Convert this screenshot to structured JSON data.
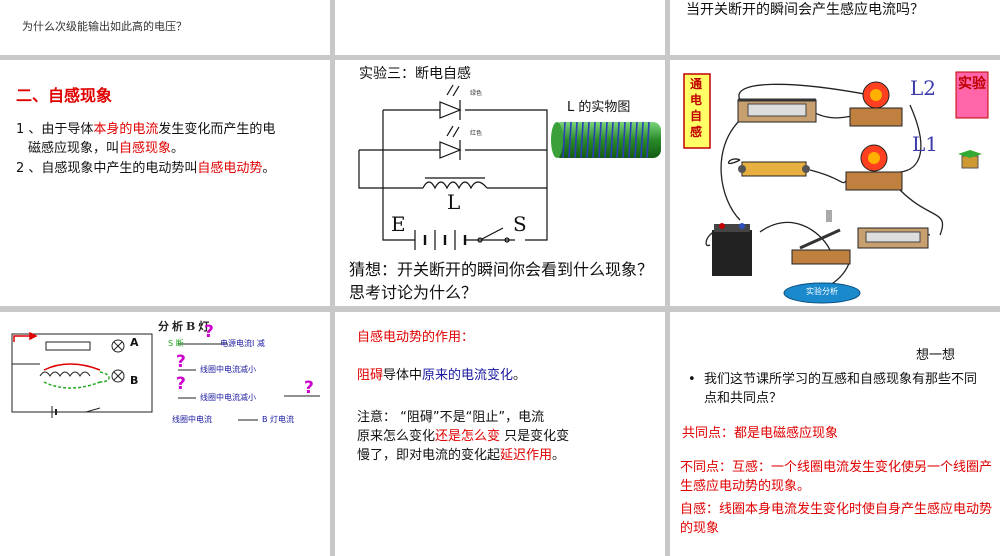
{
  "p1": {
    "text": "为什么次级能输出如此高的电压？"
  },
  "p3": {
    "text": "当开关断开的瞬间会产生感应电流吗？"
  },
  "p4": {
    "heading": "二、自感现象",
    "item1_prefix": "1 、由于导体",
    "item1_red1": "本身的电流",
    "item1_mid": "发生变化而产生的电",
    "item1_line2": "磁感应现象，叫",
    "item1_red2": "自感现象",
    "item1_end": "。",
    "item2_prefix": "2 、自感现象中产生的电动势叫",
    "item2_red": "自感电动势",
    "item2_end": "。"
  },
  "p5": {
    "title": "实验三：断电自感",
    "label_l": "L",
    "label_e": "E",
    "label_s": "S",
    "led_label1": "绿色",
    "led_label2": "红色",
    "photo_label": "L 的实物图",
    "question": "猜想：开关断开的瞬间你会看到什么现象？思考讨论为什么？"
  },
  "p6": {
    "side_text": "通电自感",
    "badge": "实验",
    "l2": "L2",
    "l1": "L1",
    "button": "实验分析"
  },
  "p7": {
    "title": "分析B灯",
    "label_a": "A",
    "label_b": "B",
    "row1_s": "S 断",
    "row1_text": "电源电流I 减",
    "row2_text": "线圈中电流减小",
    "row3_text": "线圈中电流减小",
    "row4_left": "线圈中电流",
    "row4_right": "B 灯电流",
    "q": "?"
  },
  "p8": {
    "title": "自感电动势的作用：",
    "line_red": "阻碍",
    "line_mid": "导体中",
    "line_blue": "原来的电流变化",
    "line_end": "。",
    "note1": "注意：  “阻碍”不是“阻止”，电流",
    "note2_a": "原来怎么变化",
    "note2_red": "还是怎么变",
    "note2_b": "   只是变化变",
    "note3_a": "慢了，即对电流的变化起",
    "note3_red": "延迟作用",
    "note3_end": "。"
  },
  "p9": {
    "title": "想一想",
    "bullet": "我们这节课所学习的互感和自感现象有那些不同点和共同点？",
    "common": "共同点：都是电磁感应现象",
    "diff1": "不同点：互感：一个线圈电流发生变化使另一个线圈产生感应电动势的现象。",
    "diff2": "自感：线圈本身电流发生变化时使自身产生感应电动势的现象"
  }
}
